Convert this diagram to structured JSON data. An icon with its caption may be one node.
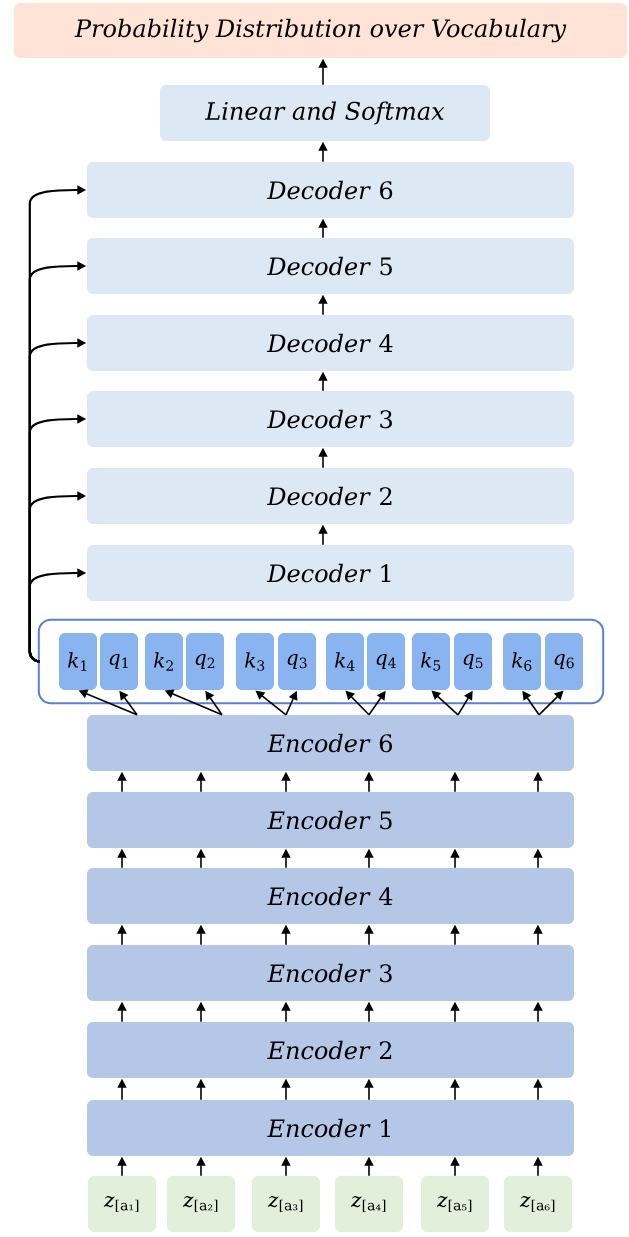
{
  "diagram": {
    "nodes": [
      {
        "text": [
          "Probability Distribution over Vocabulary"
        ]
      },
      {
        "text": [
          "Linear and Softmax"
        ]
      },
      {
        "text": [
          "*Decoder* 6"
        ]
      },
      {
        "text": [
          "*Decoder* 5"
        ]
      },
      {
        "text": [
          "*Decoder* 4"
        ]
      },
      {
        "text": [
          "*Decoder* 3"
        ]
      },
      {
        "text": [
          "*Decoder* 2"
        ]
      },
      {
        "text": [
          "*Decoder* 1"
        ]
      },
      {
        "text": [],
        "shape": "box"
      },
      {
        "text": [
          "*k*$_{1}$"
        ],
        "in": 8
      },
      {
        "text": [
          "*q*$_{1}$"
        ],
        "in": 8
      },
      {
        "text": [
          "*k*$_{2}$"
        ],
        "in": 8
      },
      {
        "text": [
          "*q*$_{2}$"
        ],
        "in": 8
      },
      {
        "text": [
          "*k*$_{3}$"
        ],
        "in": 8
      },
      {
        "text": [
          "*q*$_{3}$"
        ],
        "in": 8
      },
      {
        "text": [
          "*k*$_{4}$"
        ],
        "in": 8
      },
      {
        "text": [
          "*q*$_{4}$"
        ],
        "in": 8
      },
      {
        "text": [
          "*k*$_{5}$"
        ],
        "in": 8
      },
      {
        "text": [
          "*q*$_{5}$"
        ],
        "in": 8
      },
      {
        "text": [
          "*k*$_{6}$"
        ],
        "in": 8
      },
      {
        "text": [
          "*q*$_{6}$"
        ],
        "in": 8
      },
      {
        "text": [
          "*Encoder* 6"
        ]
      },
      {
        "text": [
          "*Encoder* 5"
        ]
      },
      {
        "text": [
          "*Encoder* 4"
        ]
      },
      {
        "text": [
          "*Encoder* 3"
        ]
      },
      {
        "text": [
          "*Encoder* 2"
        ]
      },
      {
        "text": [
          "*Encoder* 1"
        ]
      },
      {
        "text": [
          "*z*$_{[a₁]}$"
        ]
      },
      {
        "text": [
          "*z*$_{[a₂]}$"
        ]
      },
      {
        "text": [
          "*z*$_{[a₃]}$"
        ]
      },
      {
        "text": [
          "*z*$_{[a₄]}$"
        ]
      },
      {
        "text": [
          "*z*$_{[a₅]}$"
        ]
      },
      {
        "text": [
          "*z*$_{[a₆]}$"
        ]
      }
    ],
    "edges": [
      {
        "from": 1,
        "to": 0,
        "arrow": "to"
      },
      {
        "from": 2,
        "to": 1,
        "arrow": "to"
      },
      {
        "from": 3,
        "to": 2,
        "arrow": "to"
      },
      {
        "from": 4,
        "to": 3,
        "arrow": "to"
      },
      {
        "from": 5,
        "to": 4,
        "arrow": "to"
      },
      {
        "from": 6,
        "to": 5,
        "arrow": "to"
      },
      {
        "from": 7,
        "to": 6,
        "arrow": "to"
      },
      {
        "from": 8,
        "to": 2,
        "arrow": "to"
      },
      {
        "from": 8,
        "to": 3,
        "arrow": "to"
      },
      {
        "from": 8,
        "to": 4,
        "arrow": "to"
      },
      {
        "from": 8,
        "to": 5,
        "arrow": "to"
      },
      {
        "from": 8,
        "to": 6,
        "arrow": "to"
      },
      {
        "from": 8,
        "to": 7,
        "arrow": "to"
      },
      {
        "from": 21,
        "to": 9,
        "arrow": "to"
      },
      {
        "from": 21,
        "to": 10,
        "arrow": "to"
      },
      {
        "from": 21,
        "to": 11,
        "arrow": "to"
      },
      {
        "from": 21,
        "to": 12,
        "arrow": "to"
      },
      {
        "from": 21,
        "to": 13,
        "arrow": "to"
      },
      {
        "from": 21,
        "to": 14,
        "arrow": "to"
      },
      {
        "from": 21,
        "to": 15,
        "arrow": "to"
      },
      {
        "from": 21,
        "to": 16,
        "arrow": "to"
      },
      {
        "from": 21,
        "to": 17,
        "arrow": "to"
      },
      {
        "from": 21,
        "to": 18,
        "arrow": "to"
      },
      {
        "from": 21,
        "to": 19,
        "arrow": "to"
      },
      {
        "from": 21,
        "to": 20,
        "arrow": "to"
      },
      {
        "from": 22,
        "to": 21,
        "arrow": "to"
      },
      {
        "from": 22,
        "to": 21,
        "arrow": "to"
      },
      {
        "from": 22,
        "to": 21,
        "arrow": "to"
      },
      {
        "from": 22,
        "to": 21,
        "arrow": "to"
      },
      {
        "from": 22,
        "to": 21,
        "arrow": "to"
      },
      {
        "from": 22,
        "to": 21,
        "arrow": "to"
      },
      {
        "from": 23,
        "to": 22,
        "arrow": "to"
      },
      {
        "from": 23,
        "to": 22,
        "arrow": "to"
      },
      {
        "from": 23,
        "to": 22,
        "arrow": "to"
      },
      {
        "from": 23,
        "to": 22,
        "arrow": "to"
      },
      {
        "from": 23,
        "to": 22,
        "arrow": "to"
      },
      {
        "from": 23,
        "to": 22,
        "arrow": "to"
      },
      {
        "from": 24,
        "to": 23,
        "arrow": "to"
      },
      {
        "from": 24,
        "to": 23,
        "arrow": "to"
      },
      {
        "from": 24,
        "to": 23,
        "arrow": "to"
      },
      {
        "from": 24,
        "to": 23,
        "arrow": "to"
      },
      {
        "from": 24,
        "to": 23,
        "arrow": "to"
      },
      {
        "from": 24,
        "to": 23,
        "arrow": "to"
      },
      {
        "from": 25,
        "to": 24,
        "arrow": "to"
      },
      {
        "from": 25,
        "to": 24,
        "arrow": "to"
      },
      {
        "from": 25,
        "to": 24,
        "arrow": "to"
      },
      {
        "from": 25,
        "to": 24,
        "arrow": "to"
      },
      {
        "from": 25,
        "to": 24,
        "arrow": "to"
      },
      {
        "from": 25,
        "to": 24,
        "arrow": "to"
      },
      {
        "from": 26,
        "to": 25,
        "arrow": "to"
      },
      {
        "from": 26,
        "to": 25,
        "arrow": "to"
      },
      {
        "from": 26,
        "to": 25,
        "arrow": "to"
      },
      {
        "from": 26,
        "to": 25,
        "arrow": "to"
      },
      {
        "from": 26,
        "to": 25,
        "arrow": "to"
      },
      {
        "from": 26,
        "to": 25,
        "arrow": "to"
      },
      {
        "from": 27,
        "to": 26,
        "arrow": "to"
      },
      {
        "from": 28,
        "to": 26,
        "arrow": "to"
      },
      {
        "from": 29,
        "to": 26,
        "arrow": "to"
      },
      {
        "from": 30,
        "to": 26,
        "arrow": "to"
      },
      {
        "from": 31,
        "to": 26,
        "arrow": "to"
      },
      {
        "from": 32,
        "to": 26,
        "arrow": "to"
      }
    ]
  }
}
